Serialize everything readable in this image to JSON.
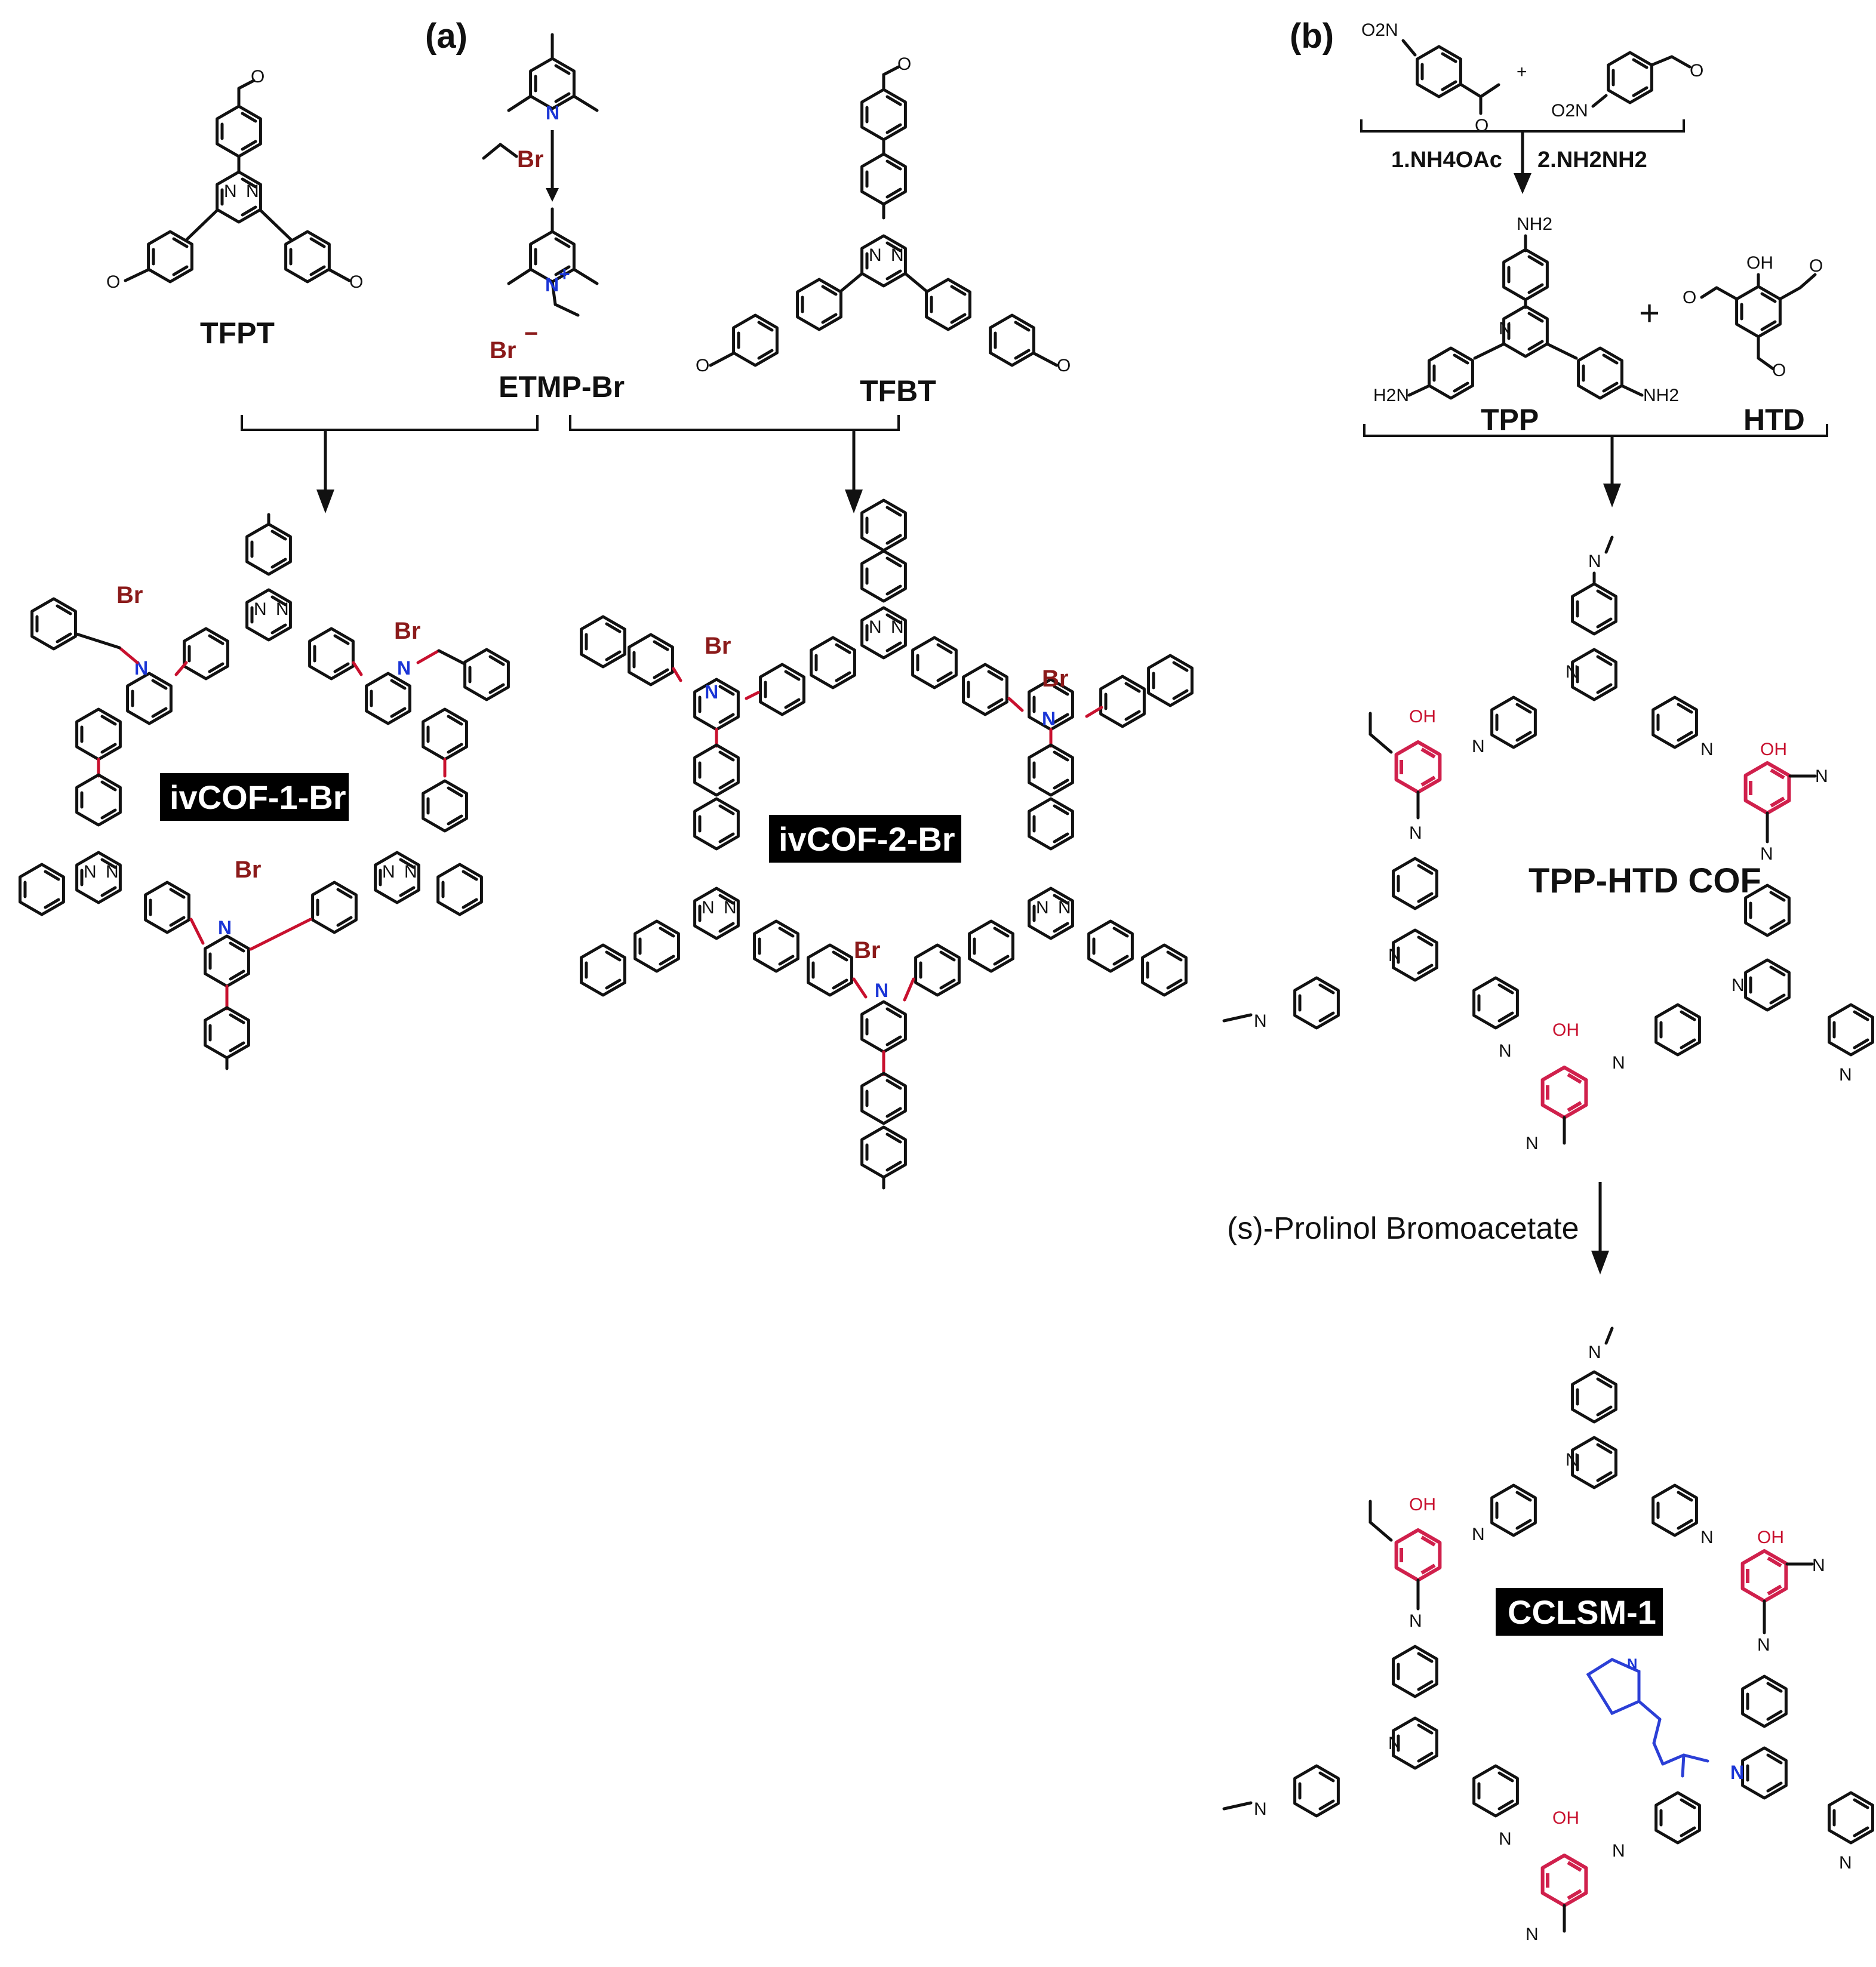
{
  "panel_a": {
    "label": "(a)",
    "monomers": {
      "left": "TFPT",
      "center": "ETMP-Br",
      "right": "TFBT"
    },
    "reagent": "Br",
    "counterion": "Br",
    "products": {
      "left": "ivCOF-1-Br",
      "right": "ivCOF-2-Br"
    }
  },
  "panel_b": {
    "label": "(b)",
    "start_substituent": "O2N",
    "plus": "+",
    "conditions": {
      "step1": "1.NH4OAc",
      "step2": "2.NH2NH2"
    },
    "amine_group": "NH2",
    "amine_left": "H2N",
    "monomers": {
      "left": "TPP",
      "right": "HTD"
    },
    "hydroxyl": "OH",
    "cof1": "TPP-HTD COF",
    "step_reagent": "(s)-Prolinol Bromoacetate",
    "cof2": "CCLSM-1"
  },
  "colors": {
    "vinylene_red": "#c8102e",
    "counterion_darkred": "#8b1a1a",
    "pyridinium_blue": "#1a35d6",
    "phenol_ring_red": "#d0204c",
    "prolinol_blue": "#2b3fd6",
    "label_box": "#000000"
  }
}
